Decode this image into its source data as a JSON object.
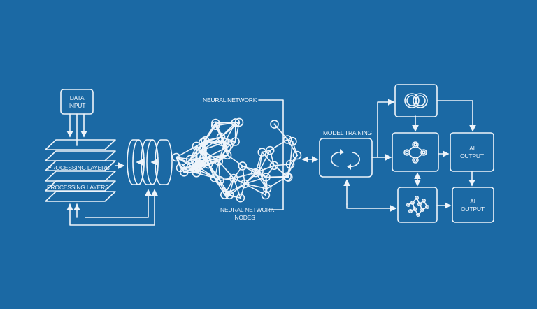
{
  "labels": {
    "data_input_1": "DATA",
    "data_input_2": "INPUT",
    "processing_layers_1": "PROCESSING LAYERS",
    "processing_layers_2": "PROCESSING LAYERS",
    "neural_network": "NEURAL NETWORK",
    "neural_network_nodes_1": "NEURAL NETWORK",
    "neural_network_nodes_2": "NODES",
    "model_training": "MODEL TRAINING",
    "ai_output_top_1": "AI",
    "ai_output_top_2": "OUTPUT",
    "ai_output_bottom_1": "AI",
    "ai_output_bottom_2": "OUTPUT"
  },
  "colors": {
    "background": "#1b69a4",
    "line": "#eef4fa"
  }
}
